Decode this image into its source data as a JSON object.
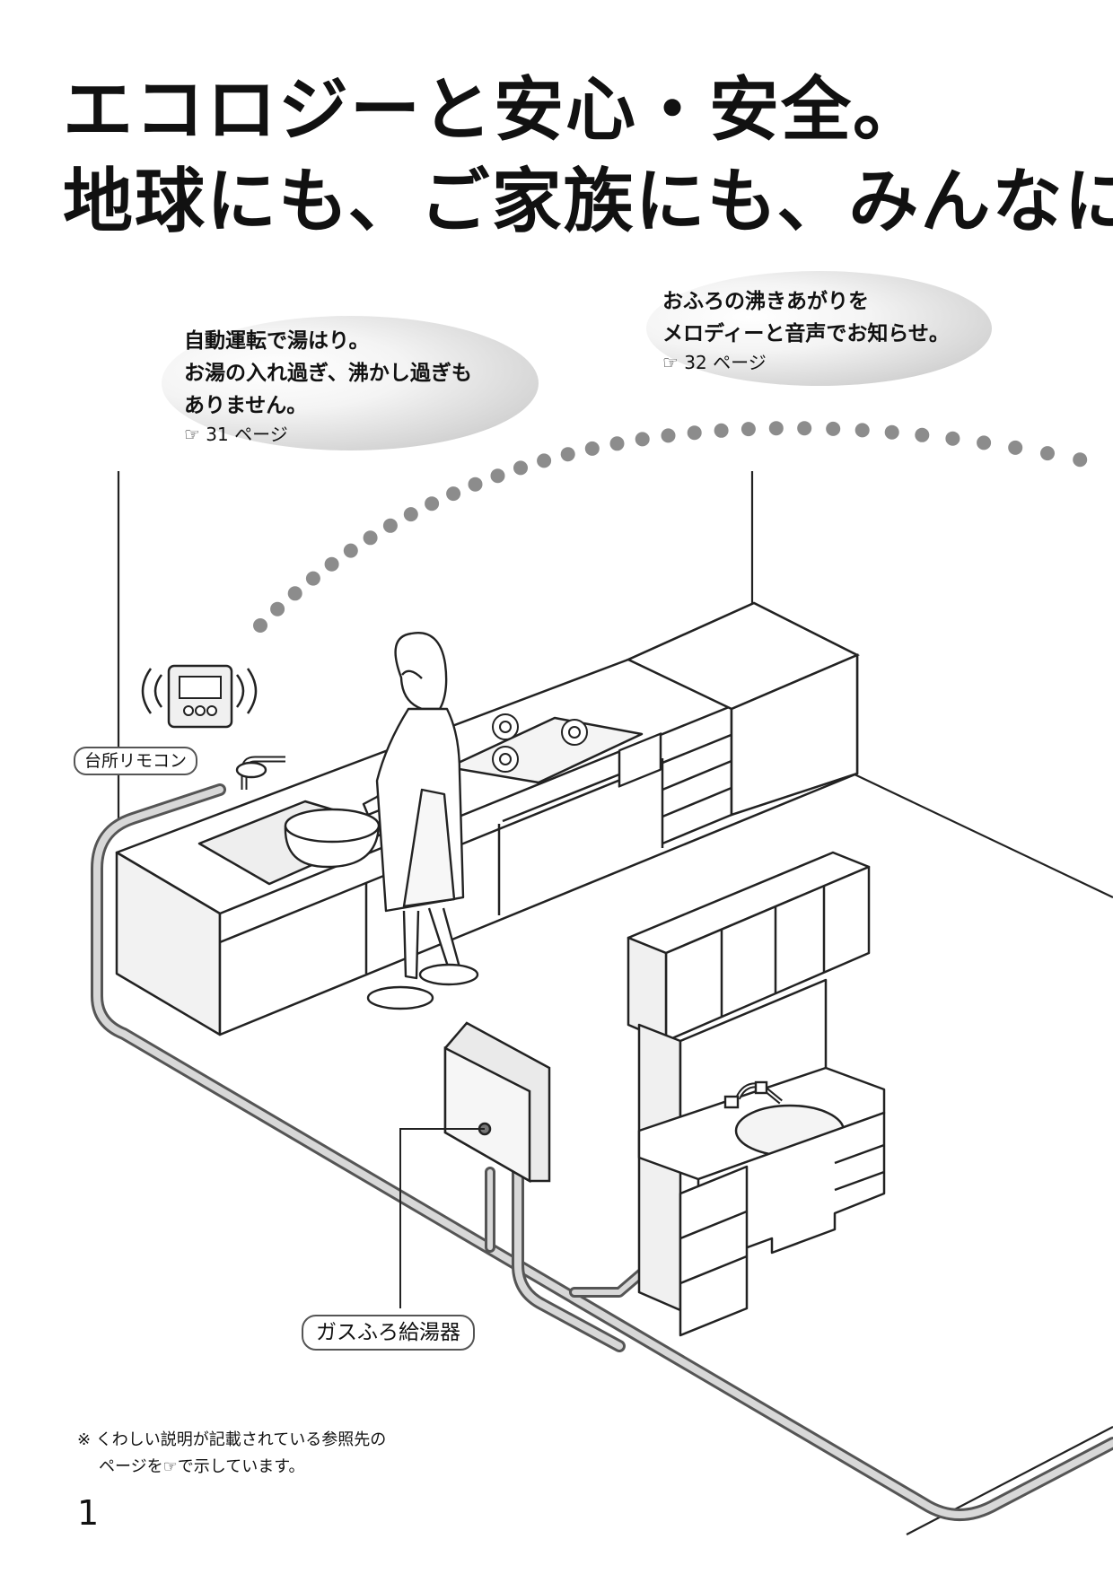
{
  "title": {
    "line1": "エコロジーと安心・安全。",
    "line2": "地球にも、ご家族にも、みんなに"
  },
  "callouts": {
    "auto_fill": {
      "lines": [
        "自動運転で湯はり。",
        "お湯の入れ過ぎ、沸かし過ぎも",
        "ありません。"
      ],
      "ref_icon": "pointing-hand-icon",
      "ref_icon_glyph": "☞",
      "ref_text": "31 ページ"
    },
    "melody": {
      "lines": [
        "おふろの沸きあがりを",
        "メロディーと音声でお知らせ。"
      ],
      "ref_icon": "pointing-hand-icon",
      "ref_icon_glyph": "☞",
      "ref_text": "32 ページ"
    }
  },
  "labels": {
    "kitchen_remote": "台所リモコン",
    "gas_heater": "ガスふろ給湯器"
  },
  "note": {
    "line1": "※ くわしい説明が記載されている参照先の",
    "line2_pre": "ページを",
    "line2_icon": "☞",
    "line2_post": "で示しています。"
  },
  "page_number": "1",
  "colors": {
    "dots": "#8c8c8c",
    "pipe_outer": "#666666",
    "pipe_inner": "#d6d6d6",
    "line": "#222222"
  }
}
